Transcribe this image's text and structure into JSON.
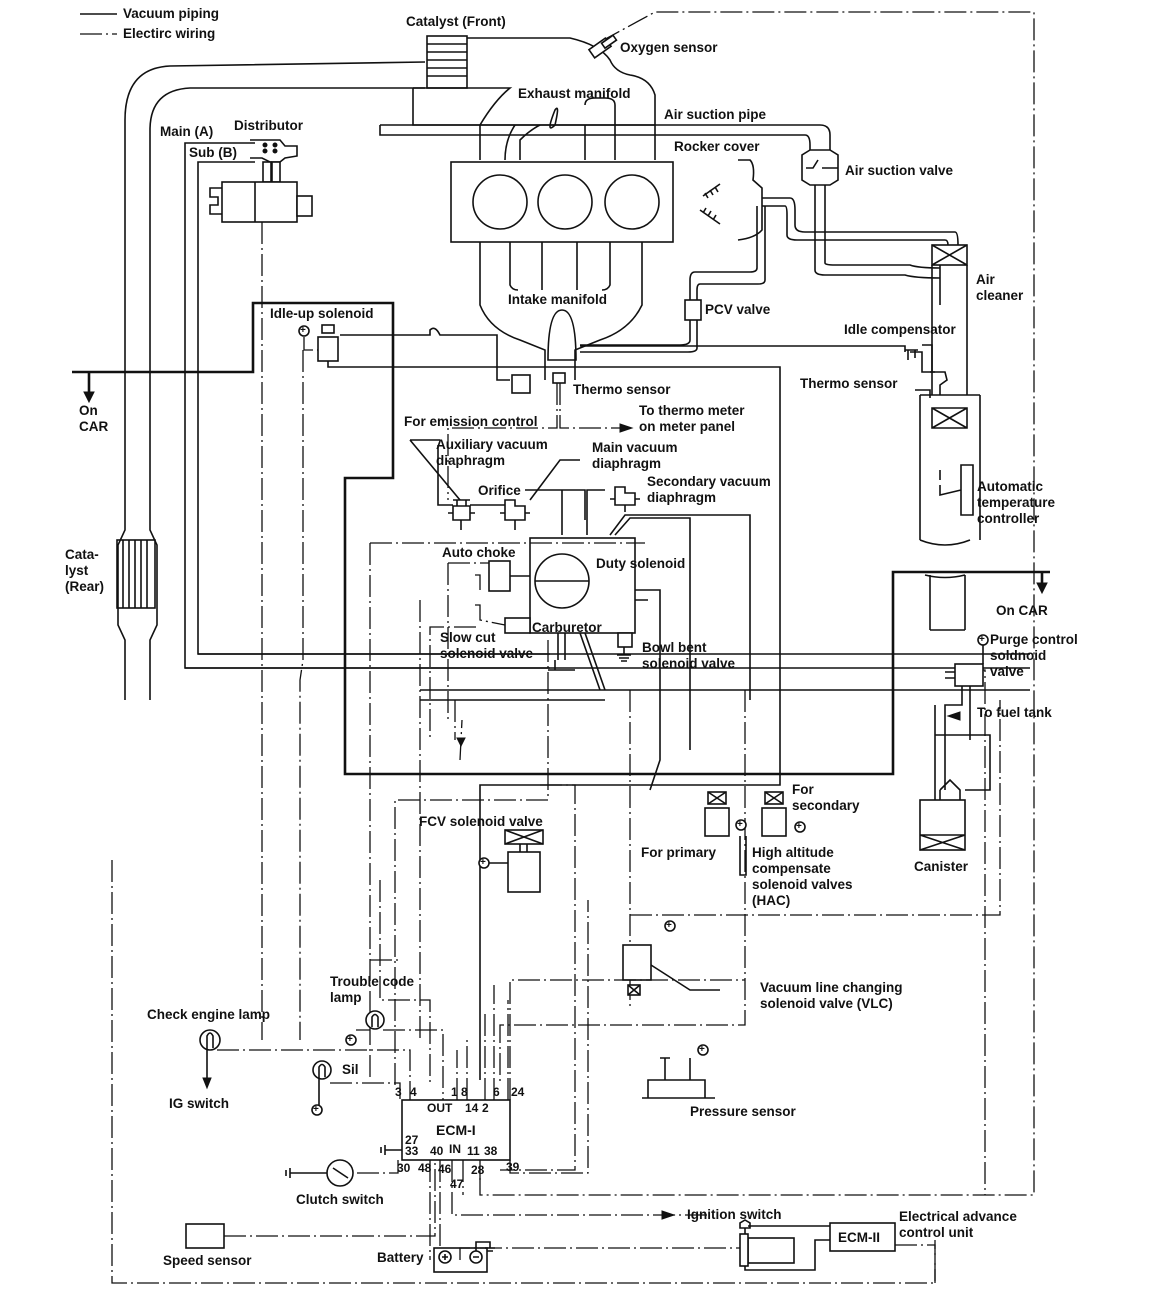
{
  "legend": {
    "items": [
      {
        "line": "solid",
        "label": "Vacuum piping"
      },
      {
        "line": "dash-dot",
        "label": "Electirc wiring"
      }
    ]
  },
  "components": {
    "catalyst_front": "Catalyst (Front)",
    "oxygen_sensor": "Oxygen sensor",
    "exhaust_manifold": "Exhaust manifold",
    "air_suction_pipe": "Air suction pipe",
    "rocker_cover": "Rocker cover",
    "air_suction_valve": "Air suction valve",
    "main_a": "Main (A)",
    "sub_b": "Sub (B)",
    "distributor": "Distributor",
    "air_cleaner": "Air\ncleaner",
    "intake_manifold": "Intake manifold",
    "pcv_valve": "PCV valve",
    "idle_up_solenoid": "Idle-up solenoid",
    "idle_compensator": "Idle compensator",
    "thermo_sensor_engine": "Thermo sensor",
    "thermo_sensor_aircleaner": "Thermo sensor",
    "on_car_left": "On\nCAR",
    "on_car_right": "On CAR",
    "for_emission_control": "For emission control",
    "to_thermo_meter": "To thermo meter\non meter panel",
    "auxiliary_vacuum_diaphragm": "Auxiliary vacuum\ndiaphragm",
    "main_vacuum_diaphragm": "Main vacuum\ndiaphragm",
    "orifice": "Orifice",
    "secondary_vacuum_diaphragm": "Secondary vacuum\ndiaphragm",
    "automatic_temperature_controller": "Automatic\ntemperature\ncontroller",
    "catalyst_rear": "Cata-\nlyst\n(Rear)",
    "auto_choke": "Auto choke",
    "duty_solenoid": "Duty solenoid",
    "carburetor": "Carburetor",
    "slow_cut_solenoid_valve": "Slow cut\nsolenoid valve",
    "bowl_bent_solenoid_valve": "Bowl bent\nsolenoid valve",
    "purge_control_solenoid_valve": "Purge control\nsoldnoid\nvalve",
    "to_fuel_tank": "To fuel tank",
    "canister": "Canister",
    "fcv_solenoid_valve": "FCV solenoid valve",
    "for_primary": "For primary",
    "for_secondary": "For\nsecondary",
    "hac": "High altitude\ncompensate\nsolenoid valves\n(HAC)",
    "vlc": "Vacuum line changing\nsolenoid valve (VLC)",
    "trouble_code_lamp": "Trouble code\nlamp",
    "check_engine_lamp": "Check engine lamp",
    "ig_switch": "IG switch",
    "sil": "Sil",
    "pressure_sensor": "Pressure sensor",
    "clutch_switch": "Clutch switch",
    "speed_sensor": "Speed sensor",
    "battery": "Battery",
    "ignition_switch": "Ignition switch",
    "ecm2": "ECM-II",
    "electrical_advance_control_unit": "Electrical advance\ncontrol unit"
  },
  "ecm1": {
    "title": "ECM-I",
    "out_label": "OUT",
    "in_label": "IN",
    "top_pins": [
      "3",
      "4",
      "1",
      "8",
      "6",
      "24"
    ],
    "top_inner_pins": [
      "14",
      "2"
    ],
    "left_pins": [
      "27",
      "33"
    ],
    "bottom_inner_pins": [
      "40",
      "11",
      "38"
    ],
    "bottom_pins": [
      "30",
      "48",
      "46",
      "47",
      "28",
      "39"
    ]
  },
  "symbols": {
    "plus": "+",
    "minus": "−"
  }
}
